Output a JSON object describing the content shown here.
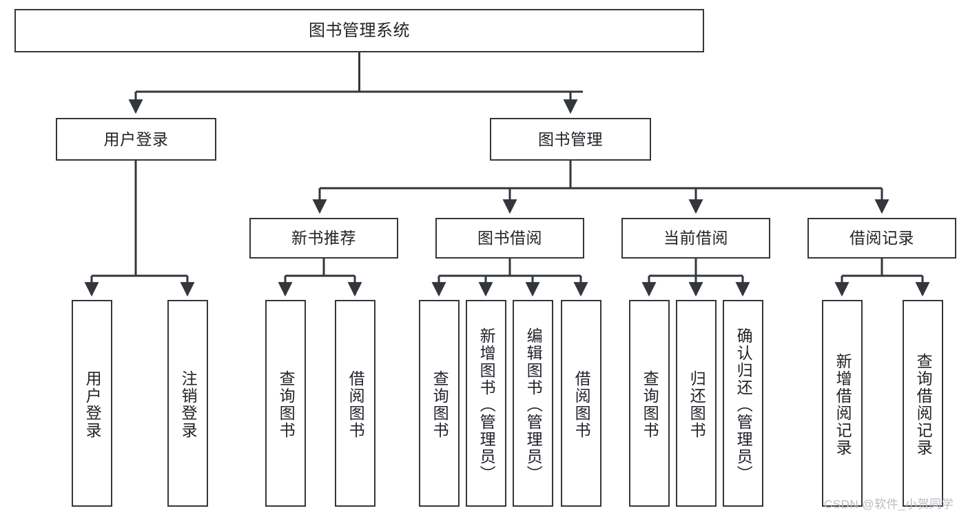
{
  "diagram": {
    "title": "图书管理系统",
    "type": "tree",
    "orientation": "top-down",
    "colors": {
      "box_border": "#33363b",
      "box_fill": "#ffffff",
      "edge": "#33363b",
      "text": "#1f2227",
      "watermark": "#b9bcc1"
    }
  },
  "nodes": {
    "root": {
      "label": "图书管理系统",
      "level": 1
    },
    "level2": [
      {
        "id": "user-login",
        "label": "用户登录"
      },
      {
        "id": "book-management",
        "label": "图书管理"
      }
    ],
    "level3": [
      {
        "id": "new-book-recommend",
        "label": "新书推荐"
      },
      {
        "id": "book-borrow",
        "label": "图书借阅"
      },
      {
        "id": "current-borrow",
        "label": "当前借阅"
      },
      {
        "id": "borrow-record",
        "label": "借阅记录"
      }
    ],
    "leaves": {
      "user-login": [
        {
          "id": "leaf-user-login",
          "label": "用户登录"
        },
        {
          "id": "leaf-logout",
          "label": "注销登录"
        }
      ],
      "new-book-recommend": [
        {
          "id": "leaf-query-book-1",
          "label": "查询图书"
        },
        {
          "id": "leaf-borrow-book-1",
          "label": "借阅图书"
        }
      ],
      "book-borrow": [
        {
          "id": "leaf-query-book-2",
          "label": "查询图书"
        },
        {
          "id": "leaf-add-book",
          "label": "新增图书（管理员）"
        },
        {
          "id": "leaf-edit-book",
          "label": "编辑图书（管理员）"
        },
        {
          "id": "leaf-borrow-book-2",
          "label": "借阅图书"
        }
      ],
      "current-borrow": [
        {
          "id": "leaf-query-book-3",
          "label": "查询图书"
        },
        {
          "id": "leaf-return-book",
          "label": "归还图书"
        },
        {
          "id": "leaf-confirm-return",
          "label": "确认归还（管理员）"
        }
      ],
      "borrow-record": [
        {
          "id": "leaf-add-record",
          "label": "新增借阅记录"
        },
        {
          "id": "leaf-query-record",
          "label": "查询借阅记录"
        }
      ]
    }
  },
  "watermark": {
    "text": "CSDN @软件_小贺同学"
  }
}
